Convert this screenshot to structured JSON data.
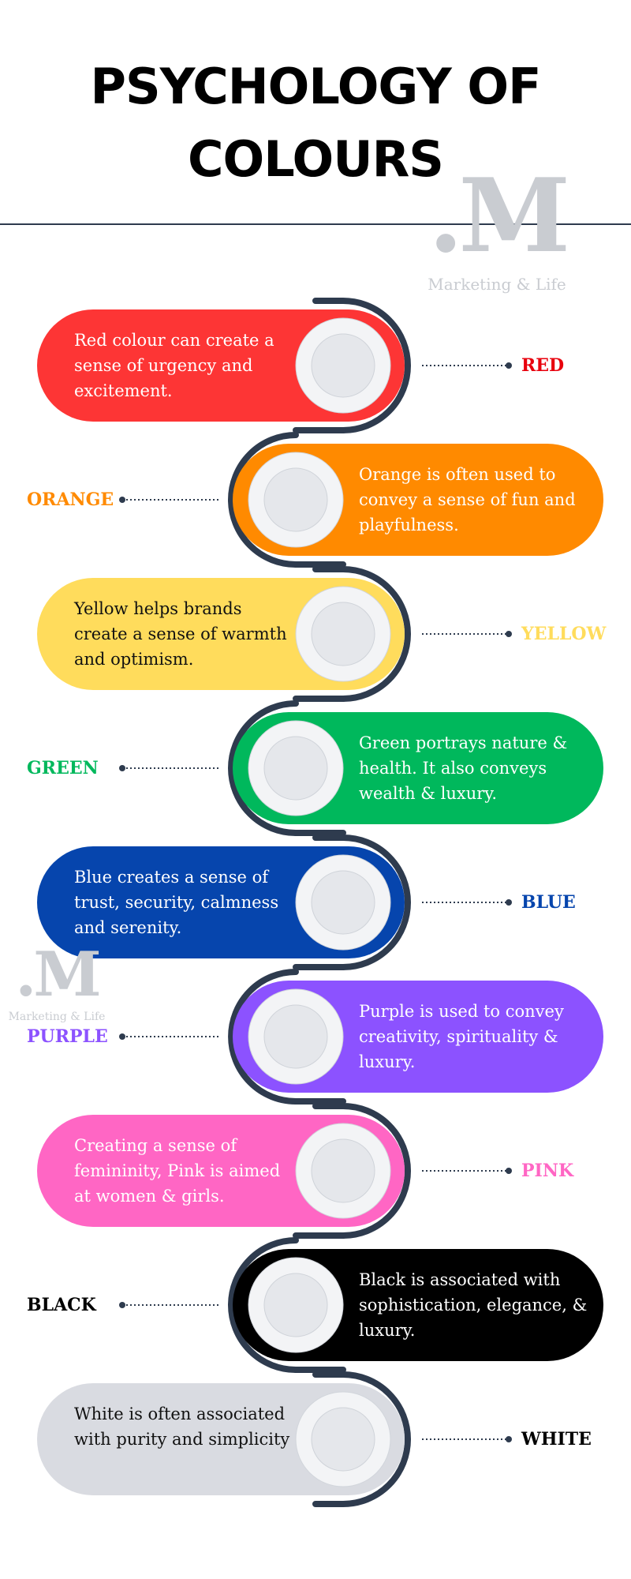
{
  "title": {
    "line1": "PSYCHOLOGY OF",
    "line2": "COLOURS"
  },
  "watermark": {
    "letter": ".M",
    "text": "Marketing & Life"
  },
  "colors": {
    "track": "#2e3b4e",
    "disc_outer": "#f3f4f6",
    "disc_inner": "#e5e7eb"
  },
  "items": [
    {
      "label": "RED",
      "description": "Red colour can create a sense of urgency and excitement.",
      "color": "#fd3535",
      "label_color": "#e8000d",
      "text_color": "light"
    },
    {
      "label": "ORANGE",
      "description": "Orange is often used to convey a sense of fun and playfulness.",
      "color": "#ff8a00",
      "label_color": "#ff8a00",
      "text_color": "light"
    },
    {
      "label": "YELLOW",
      "description": "Yellow helps brands create a sense of warmth and optimism.",
      "color": "#ffdc5c",
      "label_color": "#ffdc5c",
      "text_color": "dark"
    },
    {
      "label": "GREEN",
      "description": "Green portrays nature & health. It also conveys wealth & luxury.",
      "color": "#00b85c",
      "label_color": "#00b85c",
      "text_color": "light"
    },
    {
      "label": "BLUE",
      "description": "Blue creates a sense of trust, security, calmness and serenity.",
      "color": "#0645ad",
      "label_color": "#0645ad",
      "text_color": "light"
    },
    {
      "label": "PURPLE",
      "description": "Purple is used to convey creativity, spirituality & luxury.",
      "color": "#8c52ff",
      "label_color": "#8c52ff",
      "text_color": "light"
    },
    {
      "label": "PINK",
      "description": "Creating a sense of femininity, Pink is aimed at women & girls.",
      "color": "#ff66c4",
      "label_color": "#ff66c4",
      "text_color": "light"
    },
    {
      "label": "BLACK",
      "description": "Black is associated with sophistication, elegance, & luxury.",
      "color": "#000000",
      "label_color": "#000000",
      "text_color": "light"
    },
    {
      "label": "WHITE",
      "description": "White is often associated with purity and simplicity",
      "color": "#d9dbe1",
      "label_color": "#000000",
      "text_color": "dark"
    }
  ]
}
